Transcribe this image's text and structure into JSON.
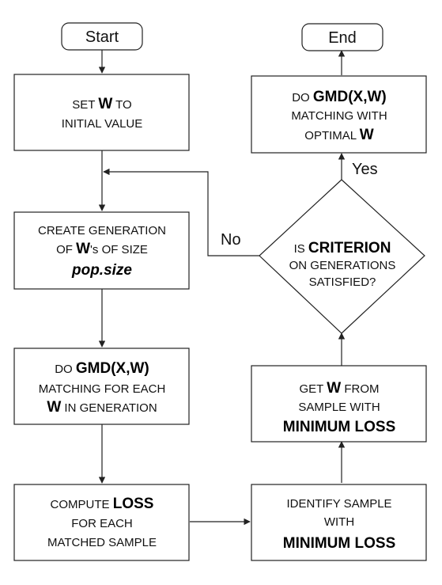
{
  "start": {
    "label": "Start"
  },
  "end": {
    "label": "End"
  },
  "set_w": {
    "pre": "SET ",
    "w": "W",
    "post": " TO",
    "line2": "INITIAL VALUE"
  },
  "create_gen": {
    "line1": "CREATE GENERATION",
    "of": "OF ",
    "w": "W",
    "suffix": "'s OF SIZE",
    "popsize": "pop.size"
  },
  "gmd_each": {
    "do": "DO ",
    "gmd": "GMD(X,W)",
    "line2": "MATCHING FOR EACH",
    "w": "W",
    "line3": " IN GENERATION"
  },
  "compute_loss": {
    "pre": "COMPUTE ",
    "loss": "LOSS",
    "line2": "FOR EACH",
    "line3": "MATCHED SAMPLE"
  },
  "identify": {
    "line1": "IDENTIFY SAMPLE",
    "line2": "WITH",
    "bold": "MINIMUM LOSS"
  },
  "get_w": {
    "pre": "GET ",
    "w": "W",
    "post": " FROM",
    "line2": "SAMPLE WITH",
    "bold": "MINIMUM LOSS"
  },
  "criterion": {
    "pre": "IS ",
    "bold": "CRITERION",
    "line2": "ON GENERATIONS",
    "line3": "SATISFIED?"
  },
  "gmd_opt": {
    "do": "DO ",
    "gmd": "GMD(X,W)",
    "line2": "MATCHING WITH",
    "line3": "OPTIMAL ",
    "w": "W"
  },
  "labels": {
    "yes": "Yes",
    "no": "No"
  }
}
